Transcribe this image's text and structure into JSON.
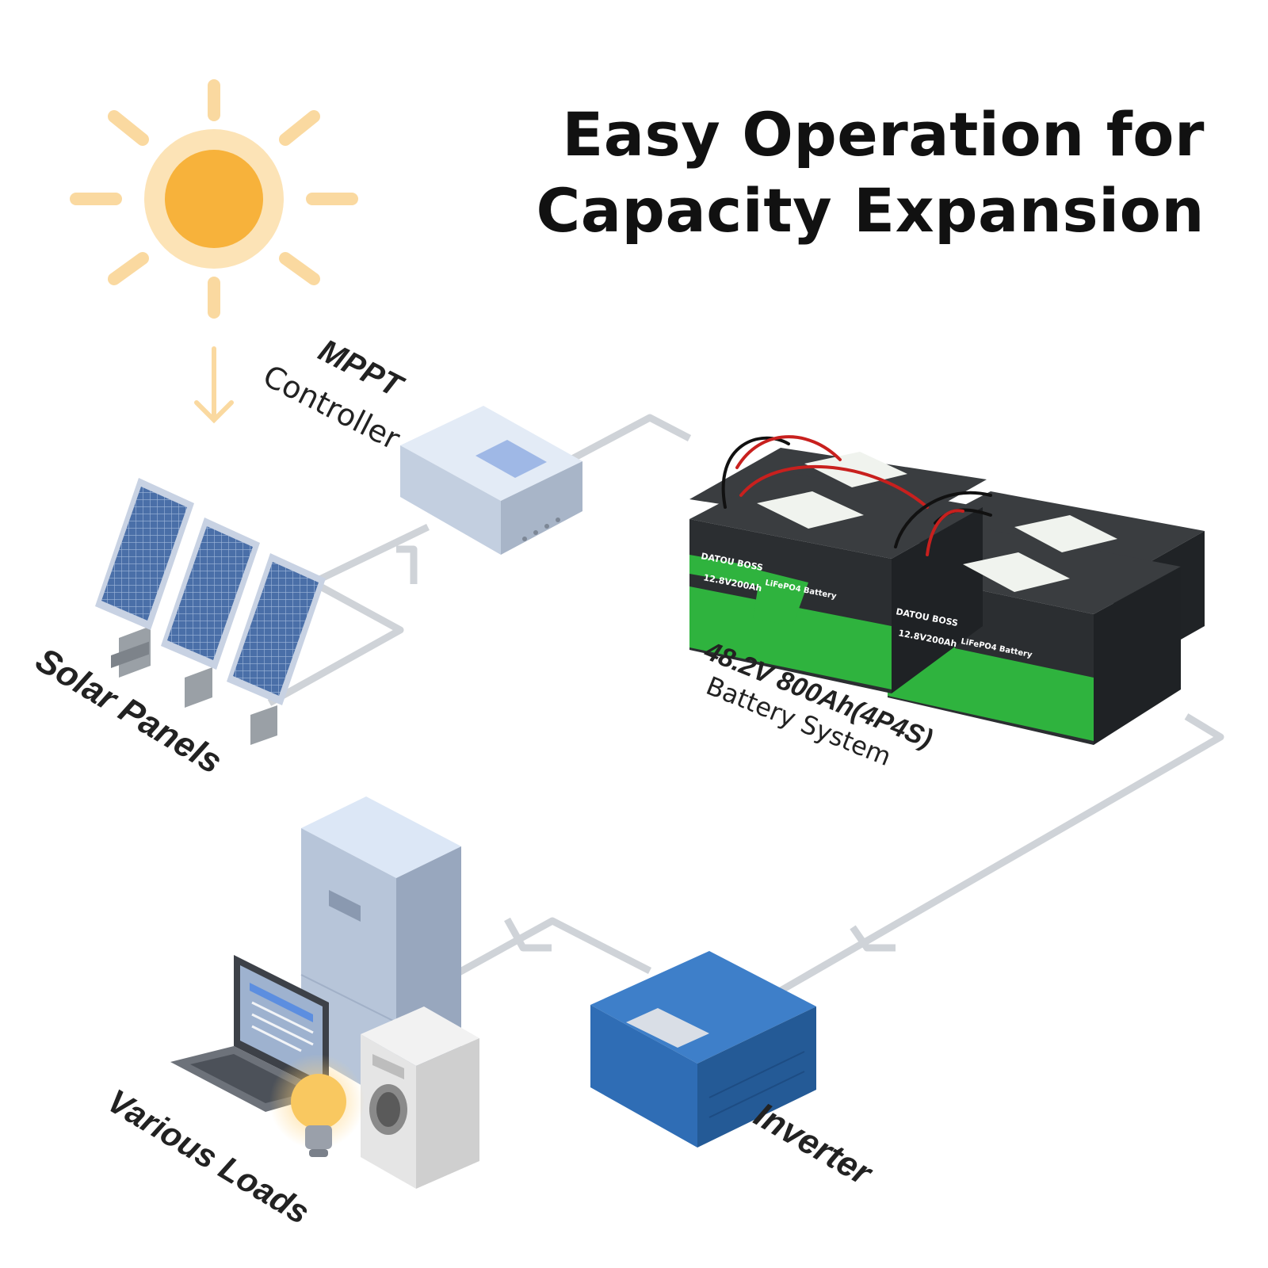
{
  "title": {
    "line1": "Easy Operation for",
    "line2": "Capacity Expansion"
  },
  "labels": {
    "mppt_bold": "MPPT",
    "mppt_sub": "Controller",
    "solar": "Solar Panels",
    "battery_spec": "48.2V 800Ah(4P4S)",
    "battery_sub": "Battery System",
    "inverter": "Inverter",
    "loads": "Various Loads"
  },
  "battery_unit": {
    "brand": "DATOU BOSS",
    "capacity": "12.8V200Ah",
    "chem": "LiFePO4 Battery"
  },
  "colors": {
    "sun": "#F7B23B",
    "sun_rays": "#FAD9A0",
    "wire": "#CFD3D8",
    "battery_green": "#2FB33E",
    "battery_body": "#2B2E31",
    "inverter_blue": "#2F6DB5",
    "panel_blue": "#4A6FA8"
  },
  "icons": [
    "sun-icon",
    "arrow-down-icon",
    "solar-panel-icon",
    "mppt-controller-icon",
    "battery-icon",
    "inverter-icon",
    "refrigerator-icon",
    "laptop-icon",
    "washing-machine-icon",
    "light-bulb-icon"
  ]
}
